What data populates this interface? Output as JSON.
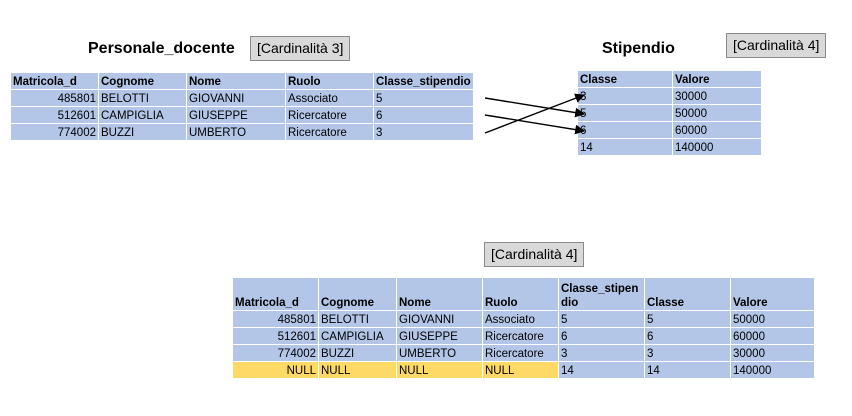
{
  "personale": {
    "title": "Personale_docente",
    "cardinality": "[Cardinalità 3]",
    "columns": [
      "Matricola_d",
      "Cognome",
      "Nome",
      "Ruolo",
      "Classe_stipendio"
    ],
    "rows": [
      [
        "485801",
        "BELOTTI",
        "GIOVANNI",
        "Associato",
        "5"
      ],
      [
        "512601",
        "CAMPIGLIA",
        "GIUSEPPE",
        "Ricercatore",
        "6"
      ],
      [
        "774002",
        "BUZZI",
        "UMBERTO",
        "Ricercatore",
        "3"
      ]
    ]
  },
  "stipendio": {
    "title": "Stipendio",
    "cardinality": "[Cardinalità 4]",
    "columns": [
      "Classe",
      "Valore"
    ],
    "rows": [
      [
        "3",
        "30000"
      ],
      [
        "5",
        "50000"
      ],
      [
        "6",
        "60000"
      ],
      [
        "14",
        "140000"
      ]
    ]
  },
  "join": {
    "cardinality": "[Cardinalità 4]",
    "columns": [
      "Matricola_d",
      "Cognome",
      "Nome",
      "Ruolo",
      "Classe_stipen dio",
      "Classe",
      "Valore"
    ],
    "rows": [
      [
        "485801",
        "BELOTTI",
        "GIOVANNI",
        "Associato",
        "5",
        "5",
        "50000"
      ],
      [
        "512601",
        "CAMPIGLIA",
        "GIUSEPPE",
        "Ricercatore",
        "6",
        "6",
        "60000"
      ],
      [
        "774002",
        "BUZZI",
        "UMBERTO",
        "Ricercatore",
        "3",
        "3",
        "30000"
      ],
      [
        "NULL",
        "NULL",
        "NULL",
        "NULL",
        "14",
        "14",
        "140000"
      ]
    ]
  },
  "colors": {
    "cell": "#b4c6e7",
    "null_highlight": "#ffd966",
    "card_bg": "#d9d9d9"
  }
}
